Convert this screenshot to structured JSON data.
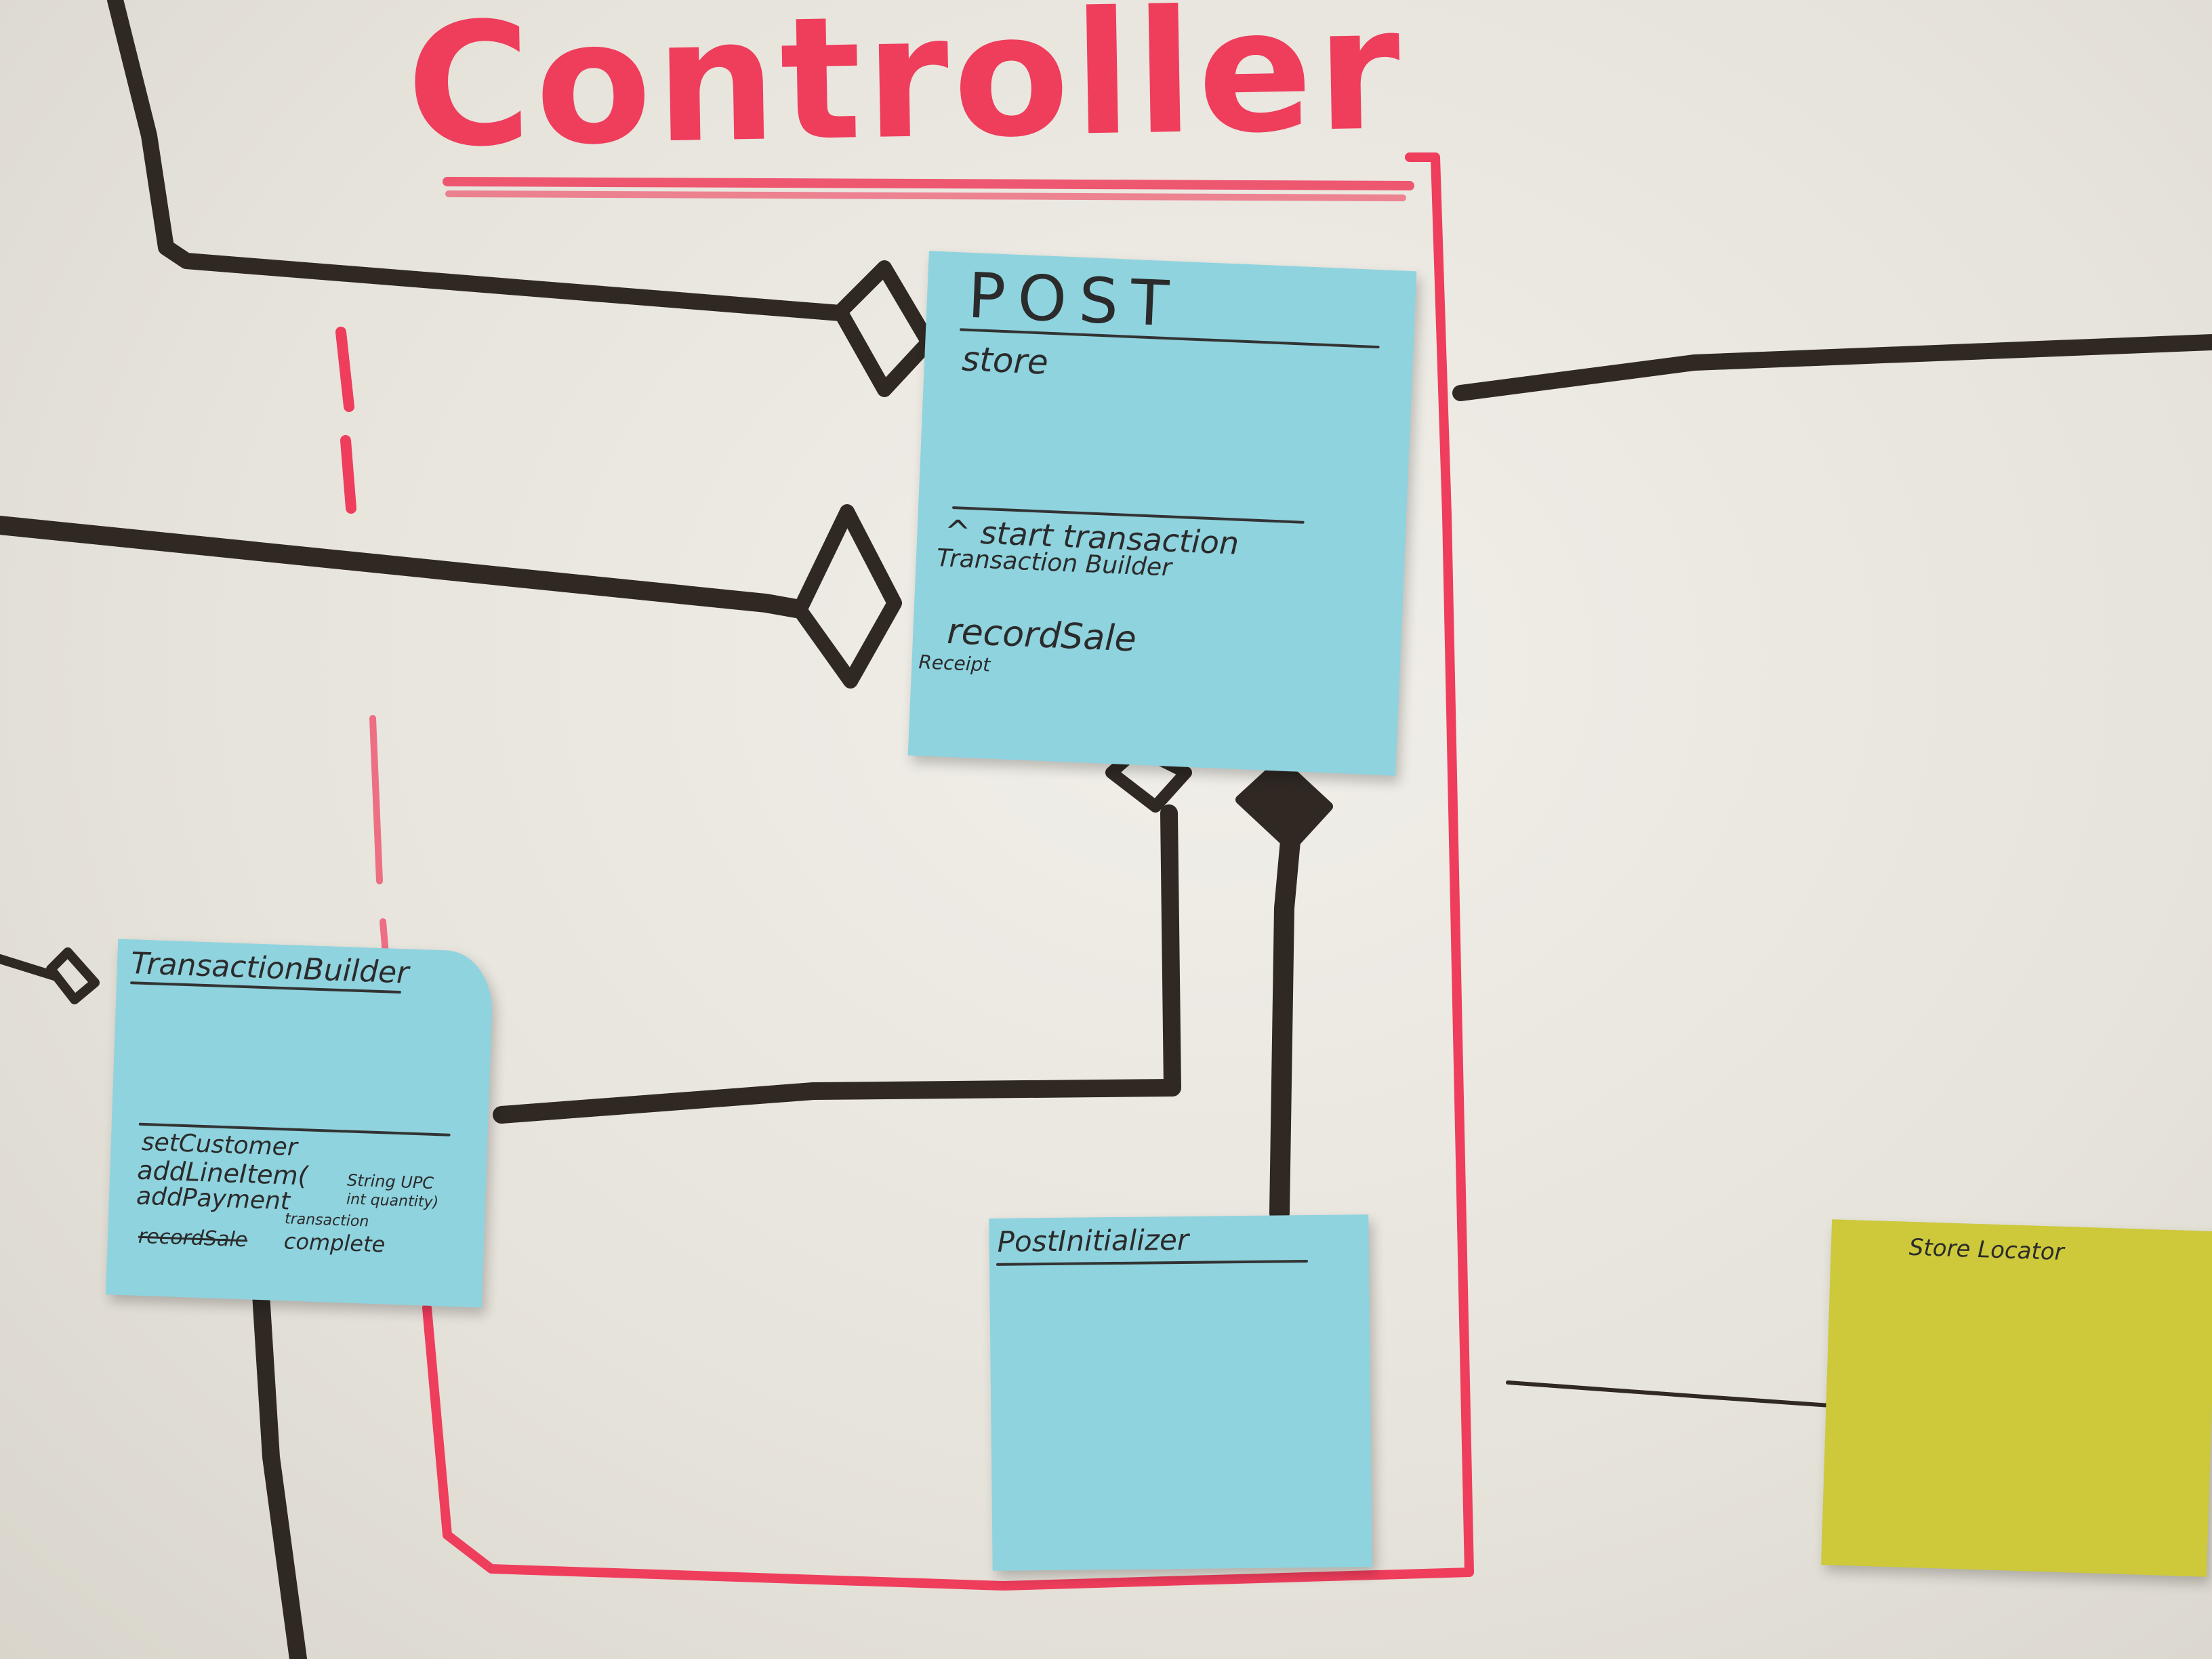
{
  "board": {
    "title": "Controller",
    "colors": {
      "board": "#ece9e2",
      "red_marker": "#ef3d5c",
      "black_marker": "#2f2823",
      "blue_note": "#8fd3df",
      "yellow_note": "#cdc93a"
    }
  },
  "notes": {
    "post": {
      "name": "POST",
      "attribute": "store",
      "method_1": "^ start transaction",
      "method_1_sub": "Transaction Builder",
      "method_2": "recordSale",
      "method_2_sub": "Receipt"
    },
    "transaction_builder": {
      "name": "TransactionBuilder",
      "method_1": "setCustomer",
      "method_2": "addLineItem(",
      "method_2_args": "String UPC",
      "method_2_args2": "int quantity)",
      "method_3": "addPayment",
      "method_4_sub": "transaction",
      "method_4": "complete",
      "struck": "recordSale"
    },
    "post_initializer": {
      "name": "PostInitializer"
    },
    "store_locator": {
      "name": "Store Locator"
    }
  }
}
